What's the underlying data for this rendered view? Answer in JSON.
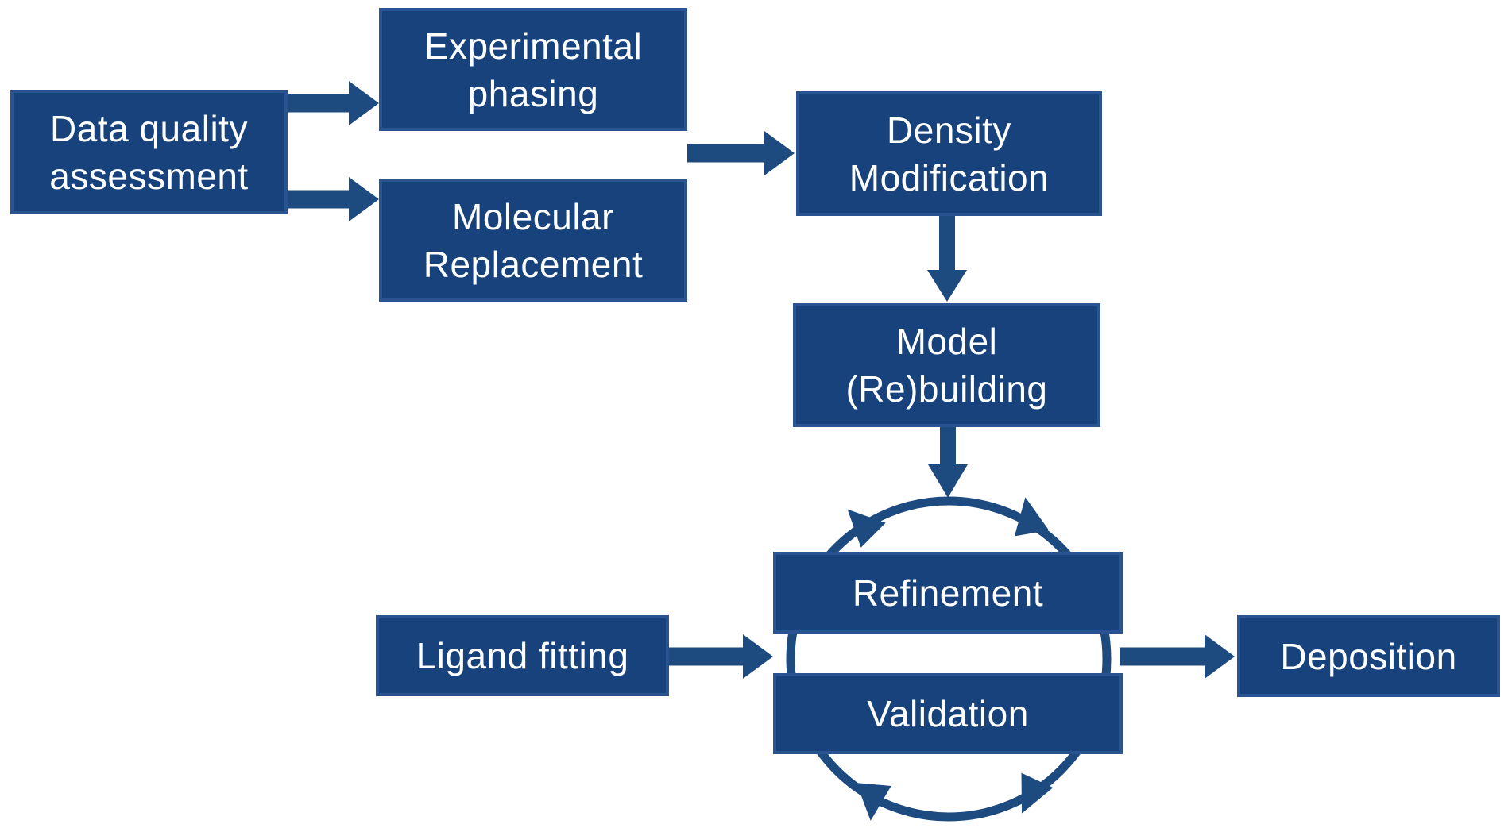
{
  "diagram": {
    "colors": {
      "box_fill": "#17427b",
      "box_border": "#2a5491",
      "arrow": "#1d4b80",
      "label_text": "#ffffff",
      "background": "#ffffff"
    },
    "nodes": {
      "data_quality": {
        "lines": [
          "Data quality",
          "assessment"
        ]
      },
      "experimental_phasing": {
        "lines": [
          "Experimental",
          "phasing"
        ]
      },
      "molecular_replacement": {
        "lines": [
          "Molecular",
          "Replacement"
        ]
      },
      "density_modification": {
        "lines": [
          "Density",
          "Modification"
        ]
      },
      "model_rebuilding": {
        "lines": [
          "Model",
          "(Re)building"
        ]
      },
      "refinement": {
        "lines": [
          "Refinement"
        ]
      },
      "validation": {
        "lines": [
          "Validation"
        ]
      },
      "ligand_fitting": {
        "lines": [
          "Ligand fitting"
        ]
      },
      "deposition": {
        "lines": [
          "Deposition"
        ]
      }
    }
  }
}
